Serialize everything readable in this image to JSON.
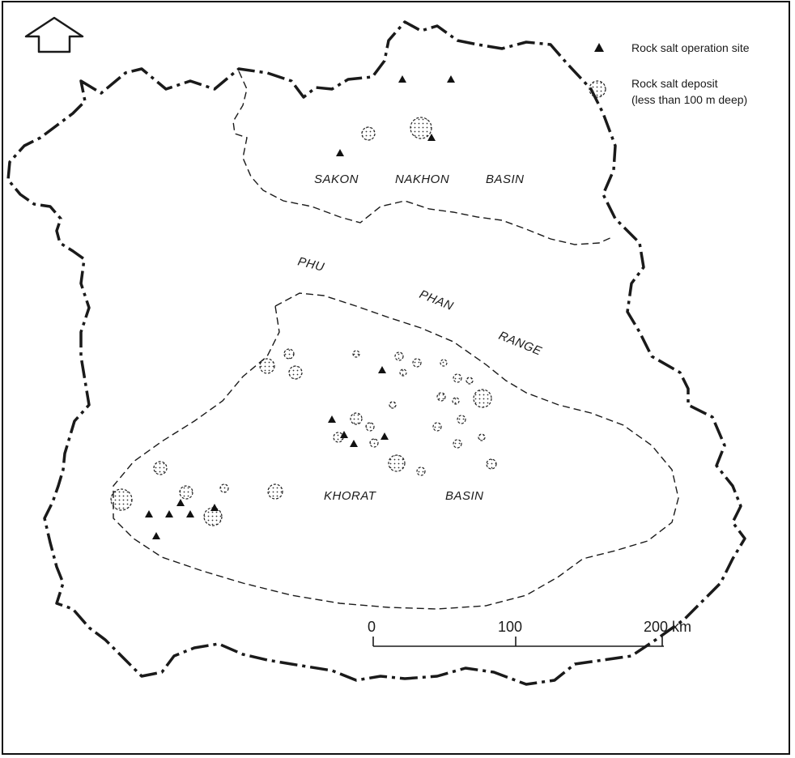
{
  "legend": {
    "site_label": "Rock salt operation site",
    "deposit_label": "Rock salt deposit",
    "deposit_note": "(less than 100 m deep)"
  },
  "regions": {
    "sakon": [
      "SAKON",
      "NAKHON",
      "BASIN"
    ],
    "phu_phan": [
      "PHU",
      "PHAN",
      "RANGE"
    ],
    "khorat": [
      "KHORAT",
      "BASIN"
    ]
  },
  "scale": {
    "ticks": [
      "0",
      "100",
      "200 km"
    ]
  },
  "north_arrow": "north-arrow-icon",
  "colors": {
    "ink": "#1a1a1a",
    "background": "#ffffff"
  }
}
